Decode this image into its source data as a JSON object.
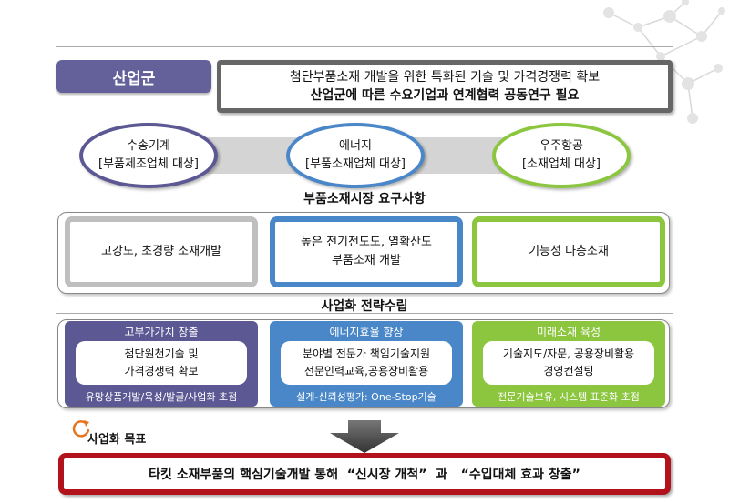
{
  "cluster": {
    "label": "산업군",
    "line1": "첨단부품소재 개발을 위한 특화된 기술 및  가격경쟁력 확보",
    "line2": "산업군에 따른  수요기업과 연계협력 공동연구 필요"
  },
  "industries": [
    {
      "name": "수송기계",
      "sub": "[부품제조업체 대상]",
      "color": "#5c5893"
    },
    {
      "name": "에너지",
      "sub": "[부품소재업체 대상]",
      "color": "#4a87c8"
    },
    {
      "name": "우주항공",
      "sub": "[소재업체 대상]",
      "color": "#8cc63f"
    }
  ],
  "requirements": {
    "title": "부품소재시장 요구사항",
    "items": [
      {
        "lines": [
          "고강도, 초경량 소재개발"
        ],
        "color": "#bfbfbf"
      },
      {
        "lines": [
          "높은 전기전도도, 열확산도",
          "부품소재 개발"
        ],
        "color": "#4a87c8"
      },
      {
        "lines": [
          "기능성 다층소재"
        ],
        "color": "#8cc63f"
      }
    ]
  },
  "strategy": {
    "title": "사업화 전략수립",
    "items": [
      {
        "head": "고부가가치 창출",
        "lines": [
          "첨단원천기술 및",
          "가격경쟁력 확보"
        ],
        "foot": "유망상품개발/육성/발굴/사업화 초점",
        "color": "#5c5893"
      },
      {
        "head": "에너지효율 향상",
        "lines": [
          "분야별 전문가 책임기술지원",
          "전문인력교육,공용장비활용"
        ],
        "foot": "설계-신뢰성평가: One-Stop기술",
        "color": "#4a87c8"
      },
      {
        "head": "미래소재 육성",
        "lines": [
          "기술지도/자문, 공용장비활용",
          "경영컨설팅"
        ],
        "foot": "전문기술보유, 시스템 표준화 초점",
        "color": "#8cc63f"
      }
    ]
  },
  "goal": {
    "label": "사업화 목표",
    "text": "타킷 소재부품의 핵심기술개발 통해  “신시장 개척”  과   “수입대체 효과 창출”"
  },
  "colors": {
    "purple": "#63609a",
    "blue": "#4a87c8",
    "green": "#8cc63f",
    "red": "#b1121b",
    "grey": "#666666"
  }
}
